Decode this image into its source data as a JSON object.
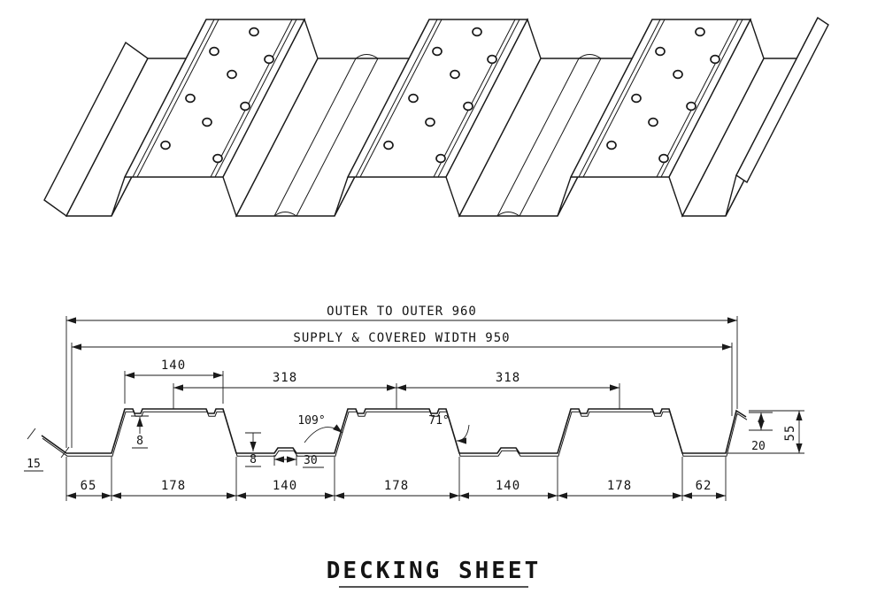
{
  "colors": {
    "line": "#1a1a1a",
    "background": "#ffffff"
  },
  "title": {
    "label": "DECKING SHEET"
  },
  "profile": {
    "outer_width": "OUTER TO OUTER 960",
    "covered_width": "SUPPLY & COVERED WIDTH 950",
    "crest_top_width": "140",
    "pitch_left": "318",
    "pitch_right": "318",
    "angle_valley": "109°",
    "angle_web": "71°",
    "crest_groove_depth": "8",
    "valley_flute_depth": "8",
    "valley_flute_width": "30",
    "left_hem": "15",
    "sheet_height": "55",
    "right_hem": "20",
    "bottom_dims": [
      "65",
      "178",
      "140",
      "178",
      "140",
      "178",
      "62"
    ]
  }
}
